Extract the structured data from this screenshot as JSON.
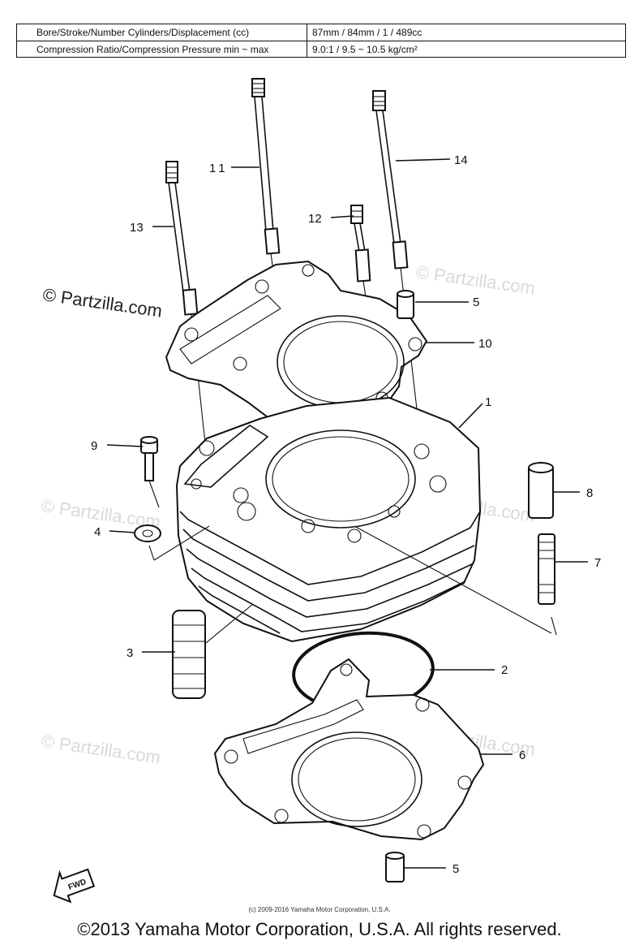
{
  "spec_table": {
    "rows": [
      {
        "label": "Bore/Stroke/Number Cylinders/Displacement (cc)",
        "value": "87mm / 84mm / 1 / 489cc"
      },
      {
        "label": "Compression Ratio/Compression Pressure min ~ max",
        "value": "9.0:1 / 9.5 ~ 10.5 kg/cm²"
      }
    ]
  },
  "callouts": [
    "1",
    "2",
    "3",
    "4",
    "5",
    "6",
    "7",
    "8",
    "9",
    "10",
    "11",
    "12",
    "13",
    "14",
    "5"
  ],
  "watermark": "© Partzilla.com",
  "fwd_label": "FWD",
  "small_copyright": "(c) 2009-2016 Yamaha Motor Corporation, U.S.A.",
  "copyright": "©2013 Yamaha Motor Corporation, U.S.A. All rights reserved."
}
